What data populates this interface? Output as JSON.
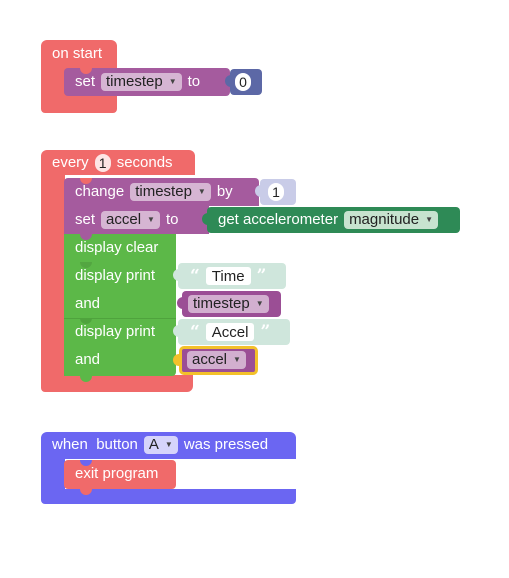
{
  "colors": {
    "event_red": "#f06a6a",
    "event_blue": "#6b66f2",
    "variable": "#a55b9e",
    "variable_reporter": "#9b4e95",
    "math": "#5c68a6",
    "math_light": "#c9cce8",
    "basic_green": "#5cb848",
    "accel_green": "#2e8a56",
    "string_teal": "#cfe6dc",
    "selection": "#f3c12a"
  },
  "on_start": {
    "label": "on start",
    "set_label": "set",
    "var": "timestep",
    "to_label": "to",
    "value": "0"
  },
  "every": {
    "label_every": "every",
    "interval": "1",
    "label_seconds": "seconds",
    "change": {
      "label": "change",
      "var": "timestep",
      "by_label": "by",
      "value": "1"
    },
    "set_accel": {
      "set_label": "set",
      "var": "accel",
      "to_label": "to",
      "getter_label": "get accelerometer",
      "getter_option": "magnitude"
    },
    "display_clear": "display clear",
    "print1": {
      "label": "display print",
      "text": "Time",
      "and_label": "and",
      "var": "timestep"
    },
    "print2": {
      "label": "display print",
      "text": "Accel",
      "and_label": "and",
      "var": "accel"
    }
  },
  "button_event": {
    "label_when": "when  button",
    "button": "A",
    "label_pressed": "was pressed",
    "exit_label": "exit program"
  },
  "icons": {
    "caret": "▼",
    "open_quote": "“",
    "close_quote": "”"
  }
}
